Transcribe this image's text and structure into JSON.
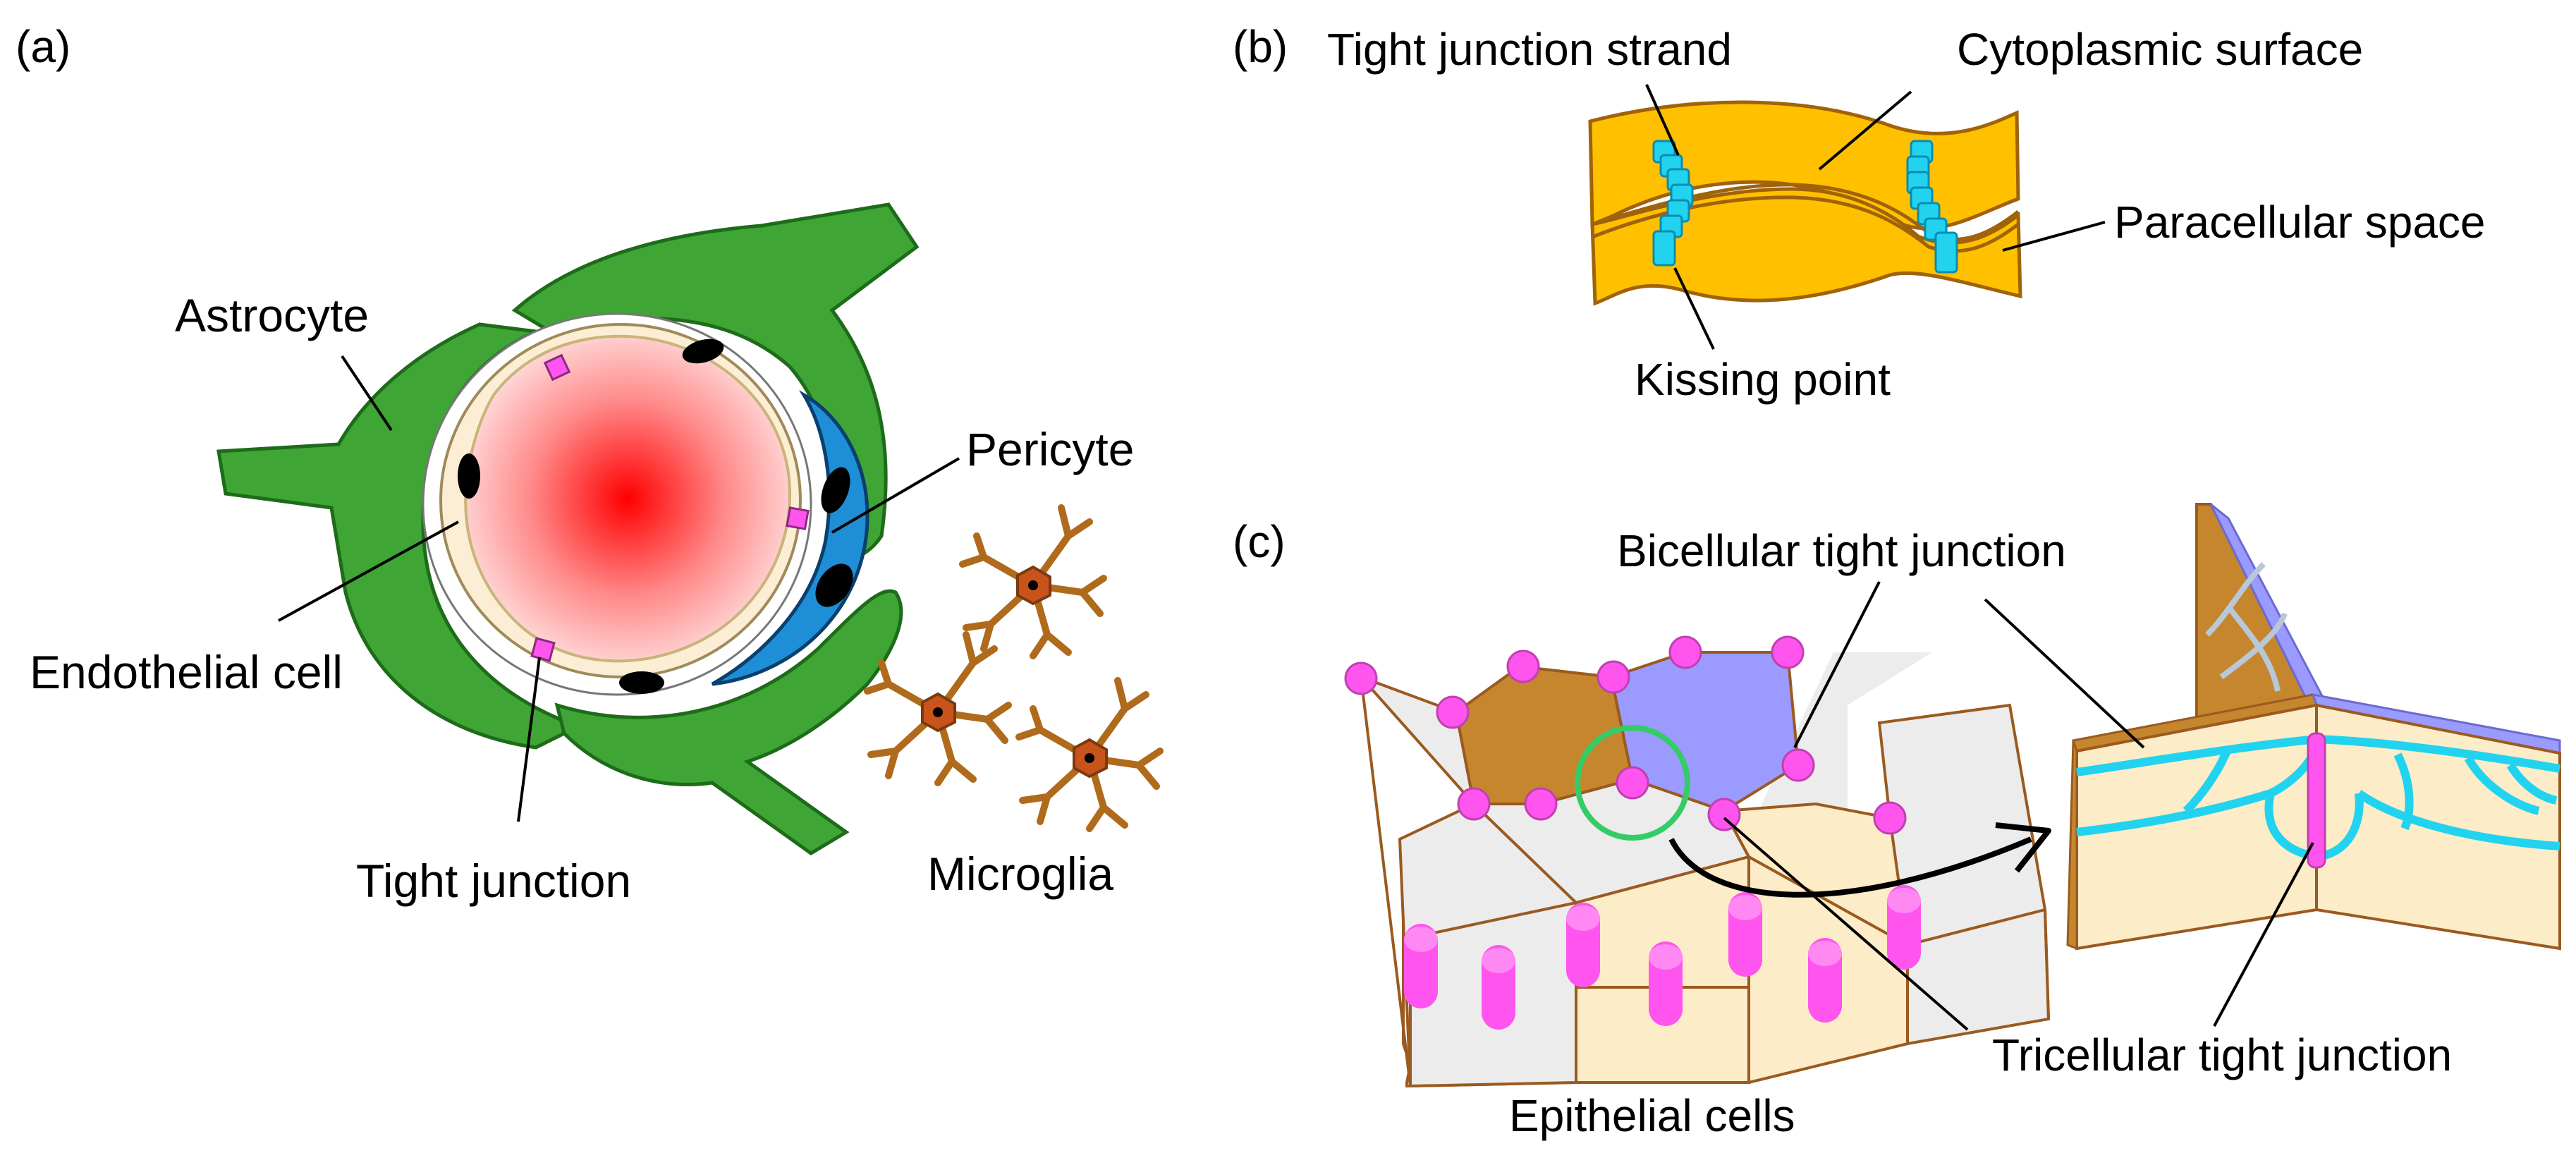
{
  "panels": {
    "a": {
      "label": "(a)",
      "astrocyte": "Astrocyte",
      "pericyte": "Pericyte",
      "endothelial_cell": "Endothelial cell",
      "tight_junction": "Tight junction",
      "microglia": "Microglia"
    },
    "b": {
      "label": "(b)",
      "tight_junction_strand": "Tight junction strand",
      "cytoplasmic_surface": "Cytoplasmic surface",
      "paracellular_space": "Paracellular space",
      "kissing_point": "Kissing point"
    },
    "c": {
      "label": "(c)",
      "bicellular_tight_junction": "Bicellular tight junction",
      "tricellular_tight_junction": "Tricellular tight junction",
      "epithelial_cells": "Epithelial cells"
    }
  },
  "colors": {
    "astrocyte": "#3fa535",
    "astrocyte_stroke": "#1e6b1a",
    "endothelial": "#fbeed5",
    "lumen_center": "#ff1010",
    "pericyte": "#1e8fd6",
    "tight_junction": "#ff55ee",
    "microglia": "#b06a1c",
    "membrane": "#ffc000",
    "membrane_stroke": "#a0620a",
    "claudin": "#22d3f0",
    "cell_brown": "#c6862e",
    "cell_purple": "#9a9aff",
    "cell_cream": "#fcecc8",
    "cell_grey": "#ececec",
    "highlight_circle": "#33cc66"
  }
}
